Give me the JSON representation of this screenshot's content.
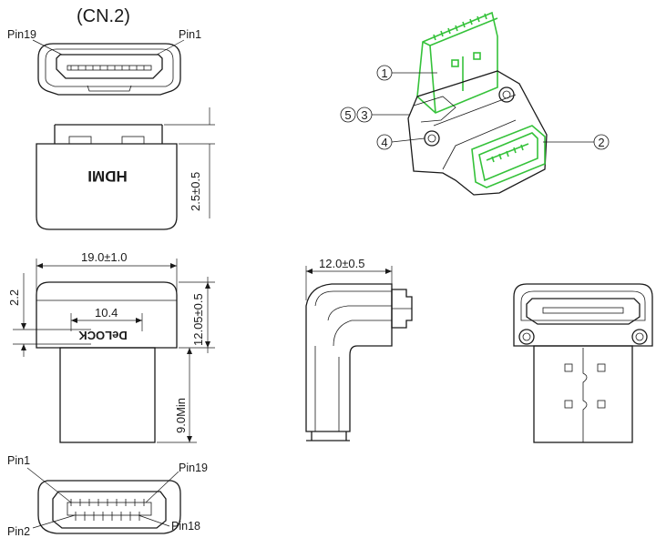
{
  "title": "(CN.2)",
  "top_view": {
    "pin_left": "Pin19",
    "pin_right": "Pin1"
  },
  "side_view": {
    "logo": "HDMI",
    "height_dim": "2.5±0.5"
  },
  "front_view": {
    "width_dim": "19.0±1.0",
    "offset_dim": "2.2",
    "inner_dim": "10.4",
    "height_dim": "12.05±0.5",
    "plug_dim": "9.0Min",
    "brand": "DeLOCK"
  },
  "profile_view": {
    "depth_dim": "12.0±0.5"
  },
  "bottom_view": {
    "pin_tl": "Pin1",
    "pin_tr": "Pin19",
    "pin_bl": "Pin2",
    "pin_br": "Pin18"
  },
  "iso_view": {
    "callout_1": "1",
    "callout_2": "2",
    "callout_3": "3",
    "callout_4": "4",
    "callout_5": "5"
  },
  "colors": {
    "line": "#1a1a1a",
    "highlight": "#35c23a",
    "background": "#ffffff"
  }
}
